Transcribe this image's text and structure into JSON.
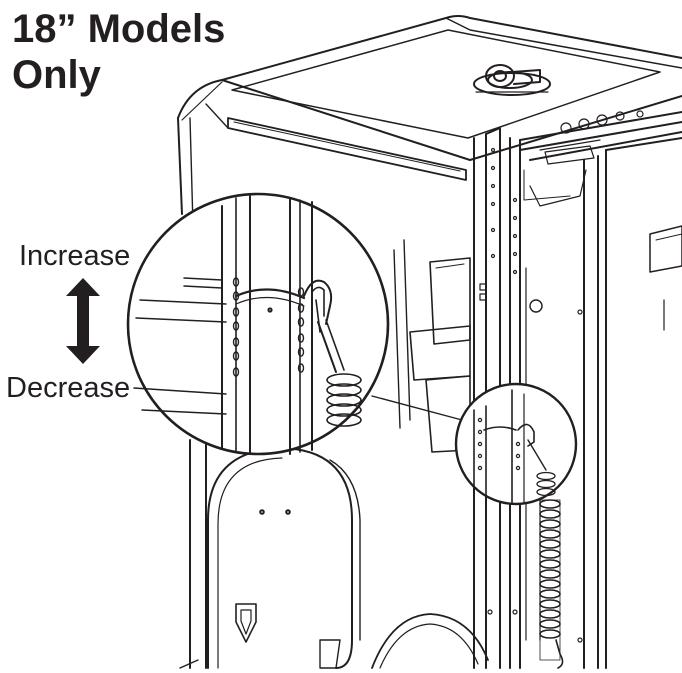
{
  "title": {
    "line1": "18” Models",
    "line2": "Only"
  },
  "adjustment": {
    "increase_label": "Increase",
    "decrease_label": "Decrease"
  },
  "colors": {
    "ink": "#231f20",
    "background": "#ffffff"
  },
  "icons": {
    "arrow": "double-headed-vertical-arrow-icon"
  }
}
